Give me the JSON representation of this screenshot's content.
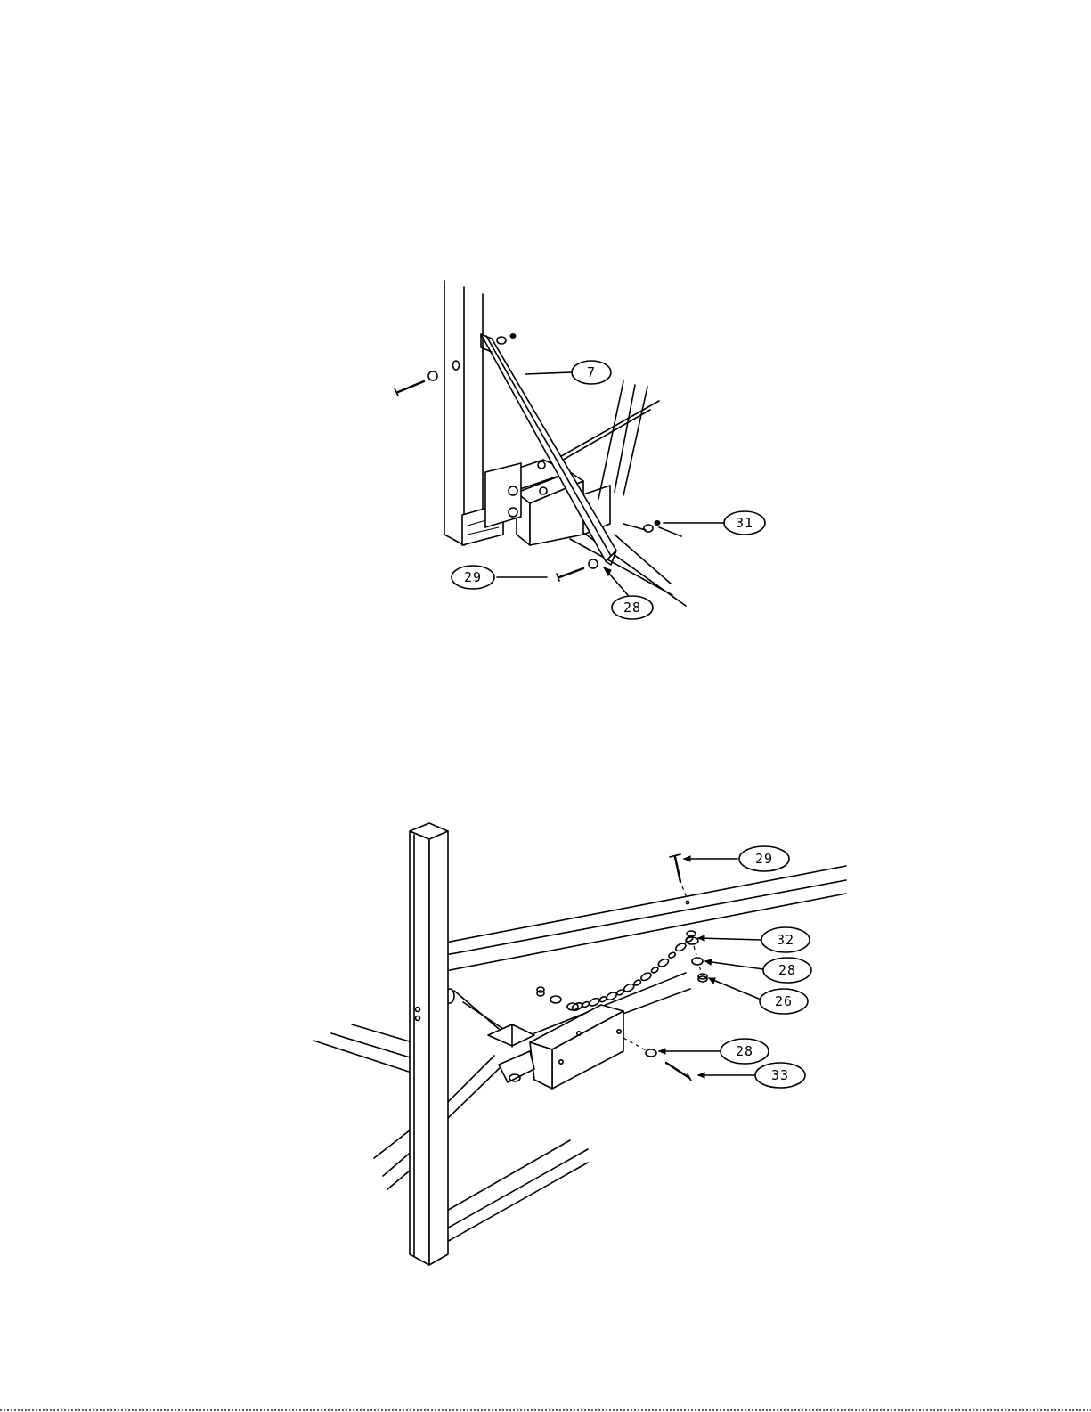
{
  "figure_top": {
    "callouts": [
      {
        "id": "top-7",
        "label": "7"
      },
      {
        "id": "top-31",
        "label": "31"
      },
      {
        "id": "top-29",
        "label": "29"
      },
      {
        "id": "top-28",
        "label": "28"
      }
    ]
  },
  "figure_bottom": {
    "callouts": [
      {
        "id": "bot-29",
        "label": "29"
      },
      {
        "id": "bot-32",
        "label": "32"
      },
      {
        "id": "bot-28a",
        "label": "28"
      },
      {
        "id": "bot-26",
        "label": "26"
      },
      {
        "id": "bot-28b",
        "label": "28"
      },
      {
        "id": "bot-33",
        "label": "33"
      }
    ]
  }
}
